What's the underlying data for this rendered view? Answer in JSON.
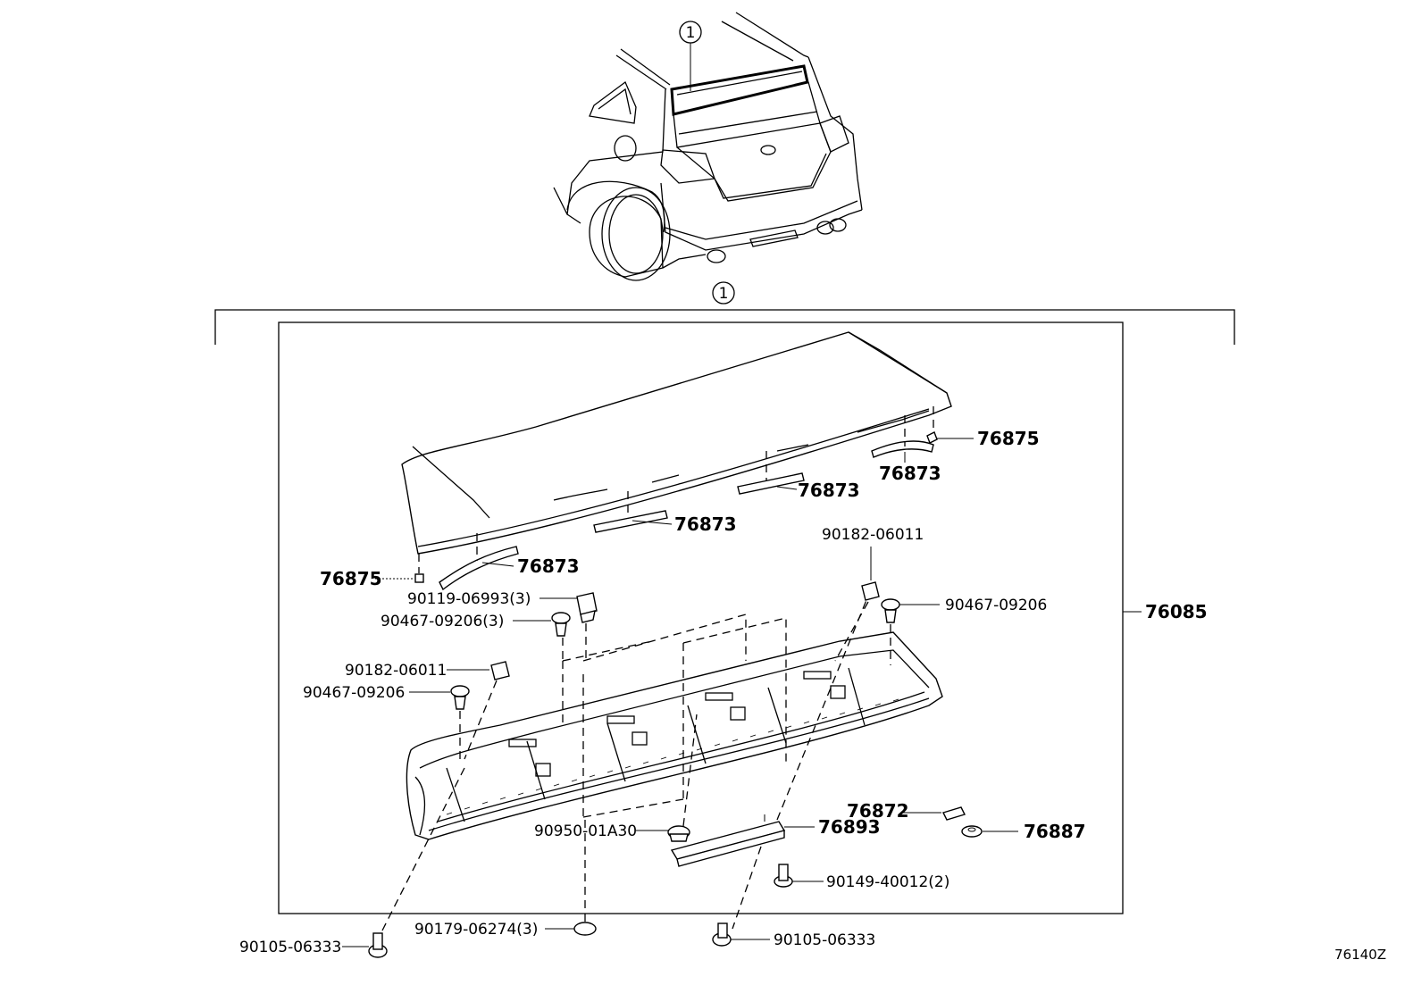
{
  "diagram_id": "76140Z",
  "callout": "1",
  "assembly_number": "76085",
  "labels": {
    "p76875_right": "76875",
    "p76873_right": "76873",
    "p76873_mid_right": "76873",
    "p76873_mid_left": "76873",
    "p76873_left": "76873",
    "p76875_left": "76875",
    "p90182_top": "90182-06011",
    "p90467_right": "90467-09206",
    "p90119": "90119-06993(3)",
    "p90467_3": "90467-09206(3)",
    "p90182_left": "90182-06011",
    "p90467_left": "90467-09206",
    "p76872": "76872",
    "p90950": "90950-01A30",
    "p76893": "76893",
    "p76887": "76887",
    "p90149": "90149-40012(2)",
    "p90179": "90179-06274(3)",
    "p90105_left": "90105-06333",
    "p90105_right": "90105-06333"
  }
}
